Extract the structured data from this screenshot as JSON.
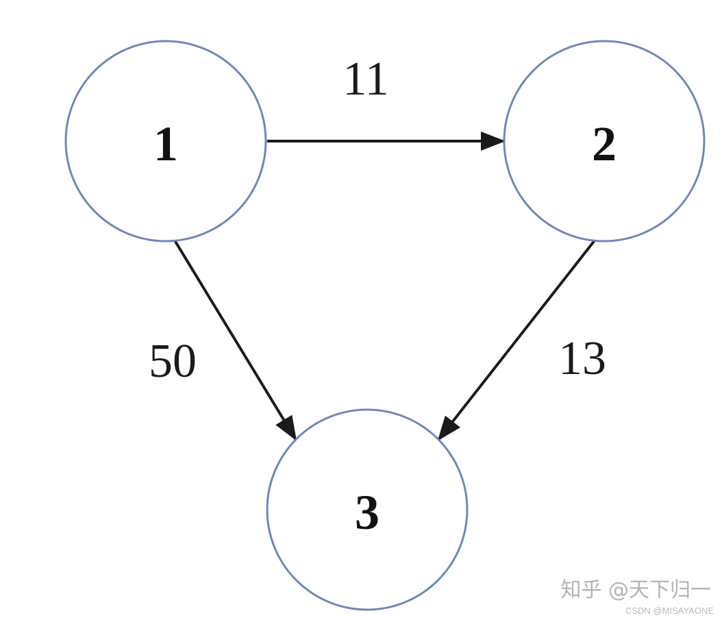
{
  "diagram": {
    "node_stroke_color": "#6f87b8",
    "edge_color": "#1a1a1a",
    "nodes": [
      {
        "id": "n1",
        "label": "1"
      },
      {
        "id": "n2",
        "label": "2"
      },
      {
        "id": "n3",
        "label": "3"
      }
    ],
    "edges": [
      {
        "from": "1",
        "to": "2",
        "weight": "11"
      },
      {
        "from": "1",
        "to": "3",
        "weight": "50"
      },
      {
        "from": "2",
        "to": "3",
        "weight": "13"
      }
    ]
  },
  "watermark": {
    "main": "知乎 @天下归一",
    "sub": "CSDN @MISAYAONE"
  }
}
